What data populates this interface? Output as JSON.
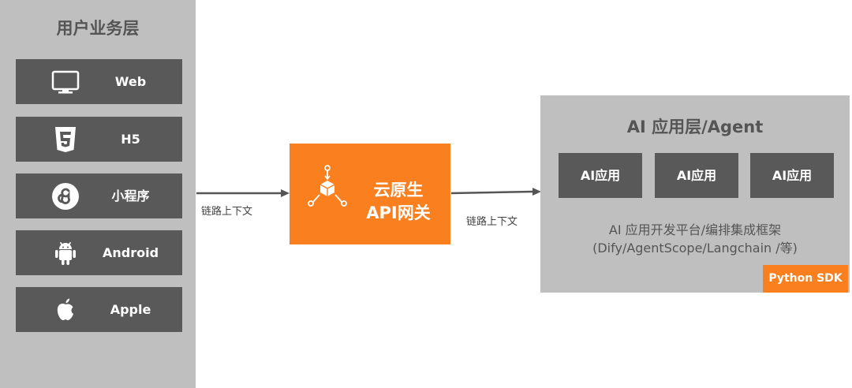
{
  "user_layer": {
    "title": "用户业务层",
    "clients": [
      {
        "label": "Web",
        "icon": "monitor-icon"
      },
      {
        "label": "H5",
        "icon": "html5-icon"
      },
      {
        "label": "小程序",
        "icon": "mini-program-icon"
      },
      {
        "label": "Android",
        "icon": "android-icon"
      },
      {
        "label": "Apple",
        "icon": "apple-icon"
      }
    ]
  },
  "gateway": {
    "line1": "云原生",
    "line2": "API网关",
    "icon": "gateway-icon"
  },
  "edges": {
    "left_label": "链路上下文",
    "right_label": "链路上下文"
  },
  "agent_layer": {
    "title": "AI 应用层/Agent",
    "apps": [
      "AI应用",
      "AI应用",
      "AI应用"
    ],
    "desc_line1": "AI 应用开发平台/编排集成框架",
    "desc_line2": "(Dify/AgentScope/Langchain /等)",
    "sdk_badge": "Python SDK"
  },
  "colors": {
    "panel_gray": "#bfbfbf",
    "box_dark": "#595959",
    "accent_orange": "#fa7f1e",
    "arrow": "#555555"
  }
}
